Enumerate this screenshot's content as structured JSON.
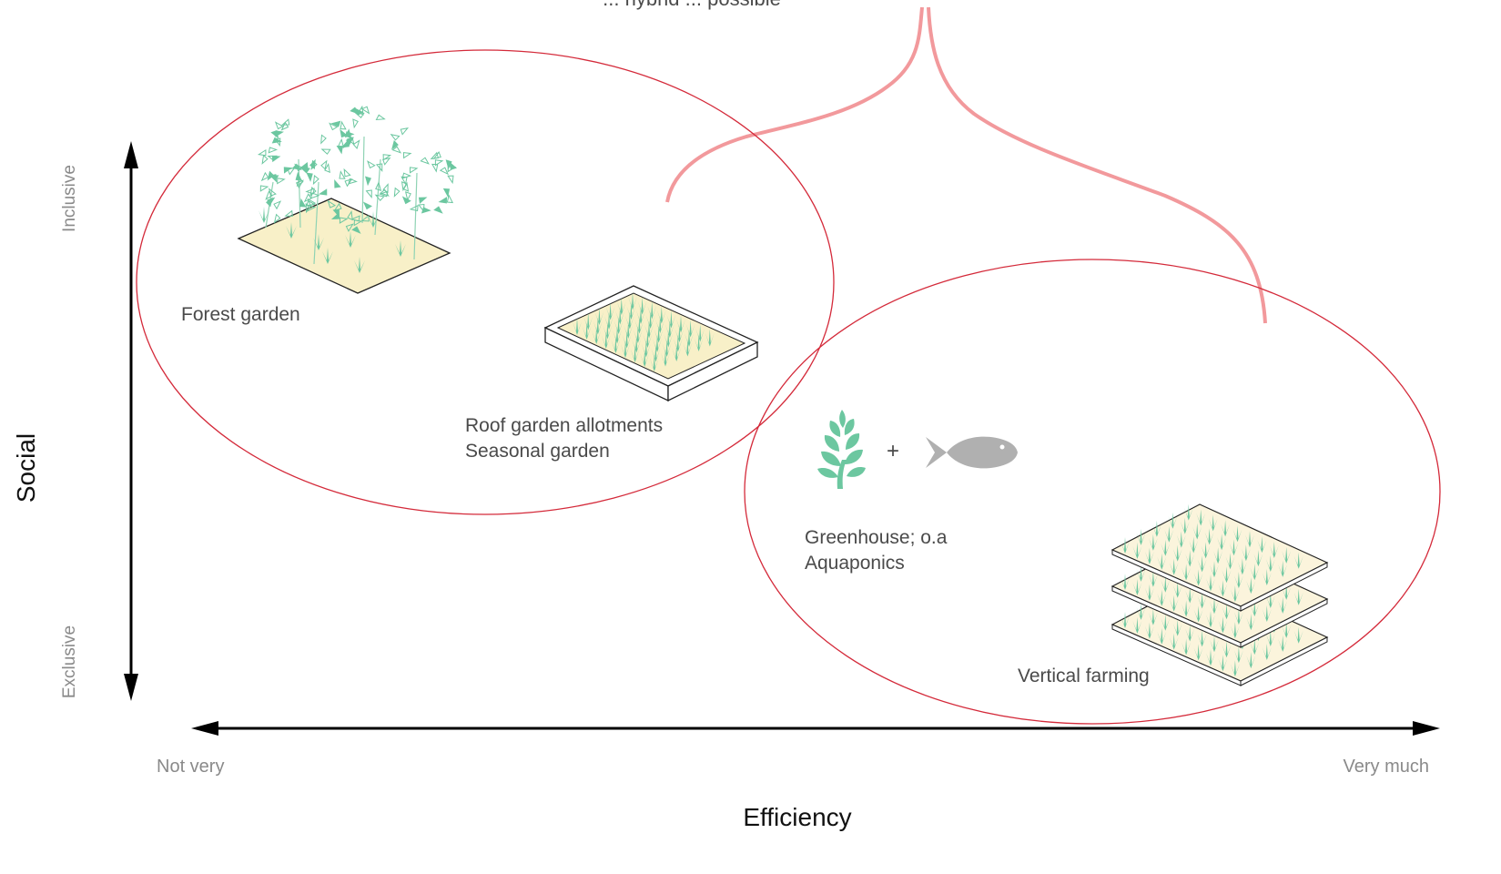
{
  "colors": {
    "ellipse_stroke": "#d42a3a",
    "brace_stroke": "#f2999c",
    "plant_green": "#6cc7a0",
    "plant_dark": "#5cb88c",
    "soil_fill": "#f8f0c8",
    "fish_gray": "#b0b0b0",
    "axis_black": "#000000"
  },
  "axes": {
    "y_title": "Social",
    "y_top": "Inclusive",
    "y_bottom": "Exclusive",
    "x_title": "Efficiency",
    "x_left": "Not very",
    "x_right": "Very much"
  },
  "header_text": "... hybrid ... possible",
  "groups": {
    "left": {
      "label_1": "Forest garden",
      "label_2_line1": "Roof garden allotments",
      "label_2_line2": "Seasonal garden"
    },
    "right": {
      "plus": "+",
      "label_1_line1": "Greenhouse; o.a",
      "label_1_line2": "Aquaponics",
      "label_2": "Vertical farming"
    }
  },
  "icons": {
    "forest_garden": "forest-garden-icon",
    "raised_bed": "raised-bed-icon",
    "plant": "plant-icon",
    "fish": "fish-icon",
    "vertical_farm": "vertical-farm-icon"
  }
}
